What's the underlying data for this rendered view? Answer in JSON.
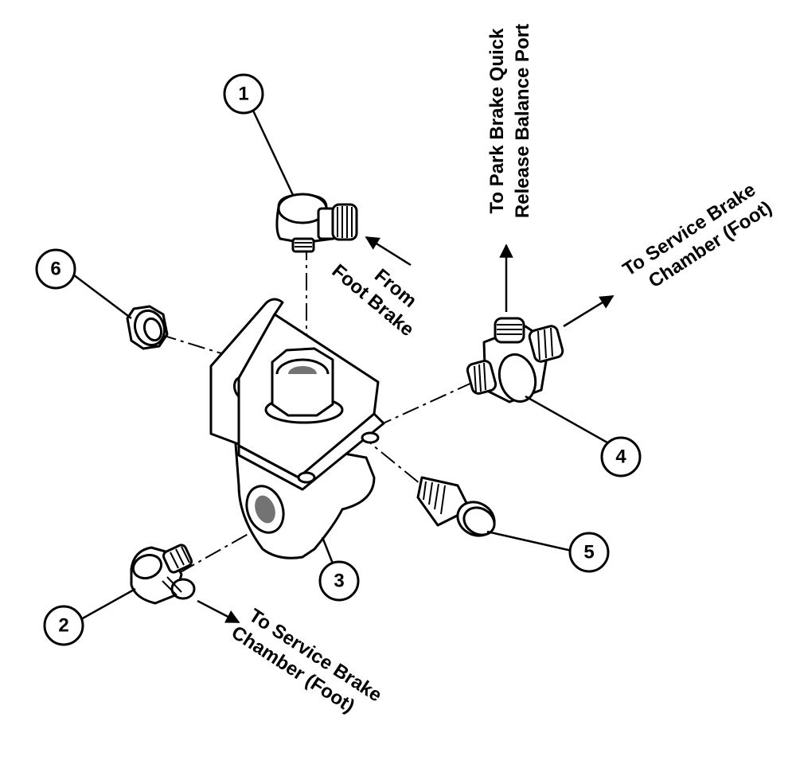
{
  "callouts": [
    {
      "number": "1"
    },
    {
      "number": "2"
    },
    {
      "number": "3"
    },
    {
      "number": "4"
    },
    {
      "number": "5"
    },
    {
      "number": "6"
    }
  ],
  "labels": {
    "from_foot_brake": [
      "From",
      "Foot Brake"
    ],
    "to_park_brake": [
      "To Park Brake Quick",
      "Release Balance Port"
    ],
    "to_service_brake_right": [
      "To Service Brake",
      "Chamber (Foot)"
    ],
    "to_service_brake_bottom": [
      "To Service Brake",
      "Chamber (Foot)"
    ]
  },
  "colors": {
    "ink": "#000000",
    "paper": "#ffffff"
  }
}
